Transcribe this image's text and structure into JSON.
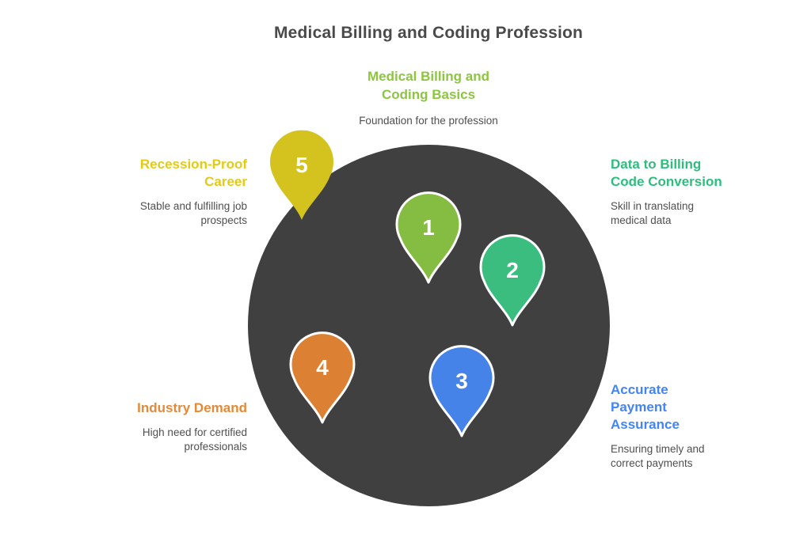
{
  "title": "Medical Billing and Coding Profession",
  "colors": {
    "background": "#ffffff",
    "circle": "#404040",
    "title_text": "#4a4a4a",
    "description_text": "#4f4f4f",
    "pin_number_text": "#ffffff"
  },
  "items": [
    {
      "number": "1",
      "heading": "Medical Billing and\nCoding Basics",
      "heading_color": "#8cc63f",
      "description": "Foundation for the profession",
      "pin_color": "#84bd41",
      "pin_stroke": "#ffffff"
    },
    {
      "number": "2",
      "heading": "Data to Billing\nCode Conversion",
      "heading_color": "#2dbe7e",
      "description": "Skill in translating\nmedical data",
      "pin_color": "#3cbd80",
      "pin_stroke": "#ffffff"
    },
    {
      "number": "3",
      "heading": "Accurate\nPayment\nAssurance",
      "heading_color": "#4285f4",
      "description": "Ensuring timely and\ncorrect payments",
      "pin_color": "#4583e8",
      "pin_stroke": "#ffffff"
    },
    {
      "number": "4",
      "heading": "Industry Demand",
      "heading_color": "#e68937",
      "description": "High need for certified\nprofessionals",
      "pin_color": "#dc8133",
      "pin_stroke": "#ffffff"
    },
    {
      "number": "5",
      "heading": "Recession-Proof\nCareer",
      "heading_color": "#e3cb14",
      "description": "Stable and fulfilling job\nprospects",
      "pin_color": "#d4c31e",
      "pin_stroke": "none"
    }
  ]
}
